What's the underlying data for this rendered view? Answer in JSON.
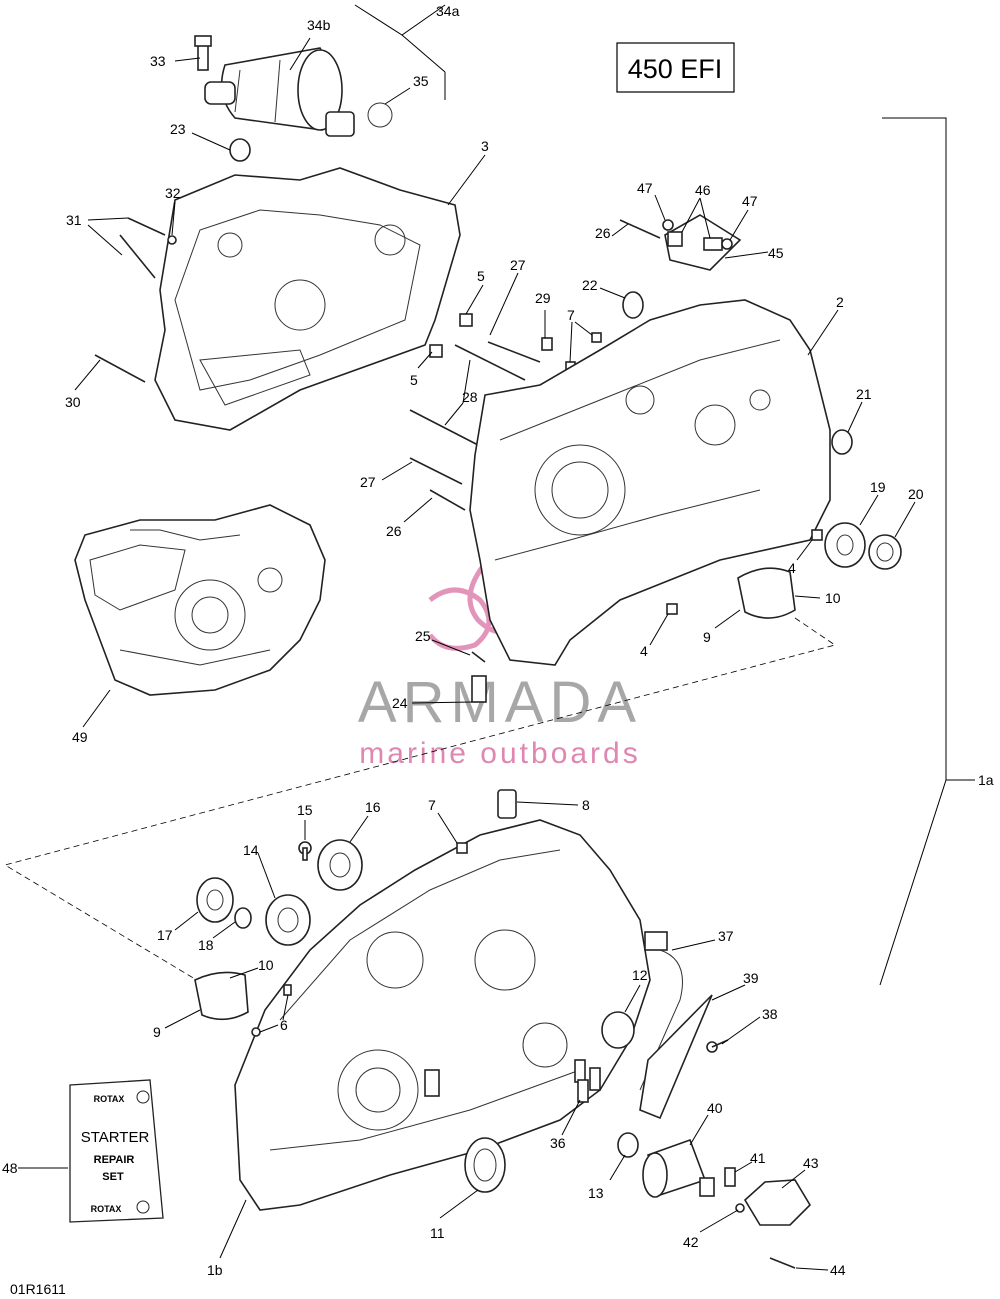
{
  "model_box": "450 EFI",
  "diagram_code": "01R1611",
  "watermark": {
    "brand": "ARMADA",
    "tagline": "marine outboards",
    "brand_color": "#8c8c8c",
    "accent_color": "#d6629a"
  },
  "starter_kit": {
    "brand": "ROTAX",
    "line1": "STARTER",
    "line2": "REPAIR",
    "line3": "SET"
  },
  "callouts": [
    "34a",
    "34b",
    "33",
    "35",
    "23",
    "3",
    "32",
    "31",
    "30",
    "5",
    "5",
    "27",
    "29",
    "7",
    "22",
    "26",
    "47",
    "46",
    "47",
    "45",
    "2",
    "28",
    "21",
    "27",
    "26",
    "19",
    "20",
    "4",
    "10",
    "9",
    "4",
    "25",
    "24",
    "49",
    "1a",
    "15",
    "16",
    "7",
    "8",
    "14",
    "17",
    "18",
    "10",
    "9",
    "6",
    "37",
    "12",
    "39",
    "38",
    "36",
    "40",
    "13",
    "41",
    "43",
    "42",
    "44",
    "48",
    "1b",
    "11"
  ]
}
